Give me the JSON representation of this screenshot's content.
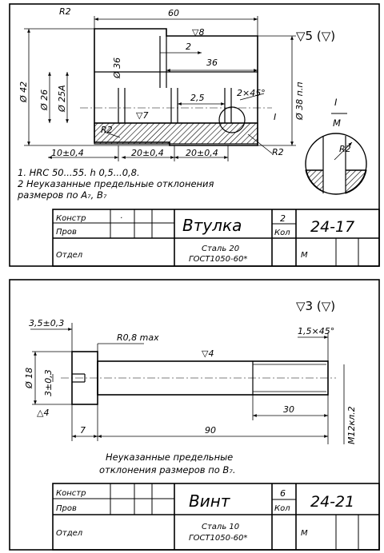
{
  "drawing1": {
    "roughness_general": "▽5 (▽)",
    "dims": {
      "r2_top": "R2",
      "len_60": "60",
      "rough_8": "▽8",
      "d42": "Ø 42",
      "d36": "Ø 36",
      "d26": "Ø 26",
      "d25a": "Ø 25А",
      "d38": "Ø 38 п.п",
      "len_2": "2",
      "len_36": "36",
      "len_25": "2,5",
      "chamfer": "2×45°",
      "rough_7": "▽7",
      "r2_left": "R2",
      "r2_right": "R2",
      "r2_detail": "R2",
      "d10": "10±0,4",
      "d20a": "20±0,4",
      "d20b": "20±0,4",
      "detail_mark": "I",
      "detail_scale": "М"
    },
    "notes": [
      "1. HRC 50...55.  h 0,5...0,8.",
      "2  Неуказанные предельные отклонения",
      "   размеров по A₇, B₇"
    ],
    "title_block": {
      "row1_label": "Констр",
      "row1_mark": "·",
      "row2_label": "Пров",
      "row3_label": "Отдел",
      "name": "Втулка",
      "qty": "2",
      "qty_label": "Кол",
      "code": "24-17",
      "material_line1": "Сталь 20",
      "material_line2": "ГОСТ1050-60*",
      "scale": "М"
    }
  },
  "drawing2": {
    "roughness_general": "▽3 (▽)",
    "dims": {
      "len_35": "3,5±0,3",
      "r08": "R0,8 max",
      "chamfer": "1,5×45°",
      "rough_4": "▽4",
      "d18": "Ø 18",
      "d3": "3±0,3",
      "rough_4b": "△4",
      "len_30": "30",
      "thread": "М12кл.2",
      "len_7": "7",
      "len_90": "90"
    },
    "notes": [
      "Неуказанные предельные",
      "отклонения размеров по B₇."
    ],
    "title_block": {
      "row1_label": "Констр",
      "row2_label": "Пров",
      "row3_label": "Отдел",
      "name": "Винт",
      "qty": "6",
      "qty_label": "Кол",
      "code": "24-21",
      "material_line1": "Сталь 10",
      "material_line2": "ГОСТ1050-60*",
      "scale": "М"
    }
  }
}
